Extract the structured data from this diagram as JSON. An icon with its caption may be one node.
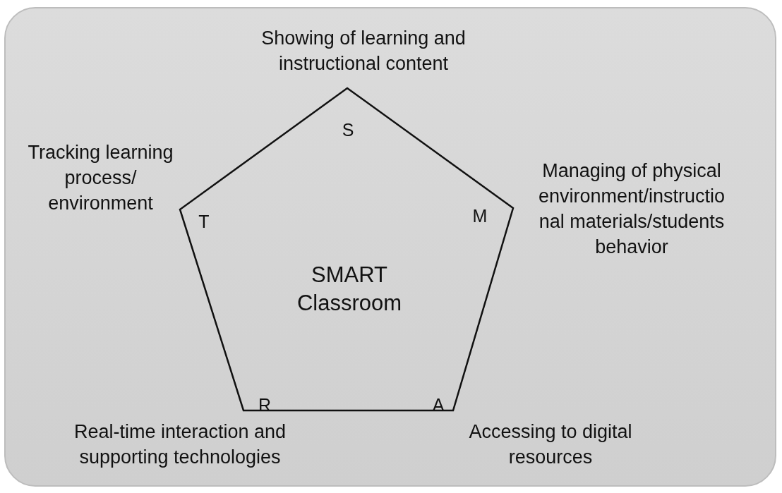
{
  "diagram": {
    "nodes": [
      {
        "text": [
          "SMART Classroom"
        ]
      }
    ],
    "edges": [],
    "labels": [
      "Showing of learning and instructional content",
      "S",
      "Tracking learning process/ environment",
      "T",
      "M",
      "Managing of physical environment/instructio nal materials/students behavior",
      "R",
      "A",
      "Real-time interaction and supporting technologies",
      "Accessing to digital resources"
    ]
  }
}
